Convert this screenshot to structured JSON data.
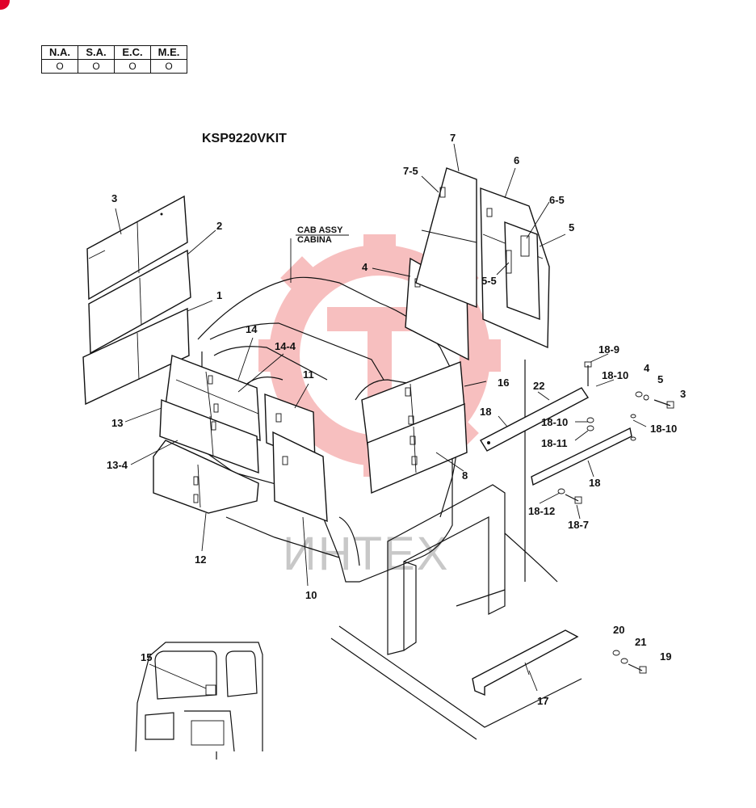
{
  "market_table": {
    "headers": [
      "N.A.",
      "S.A.",
      "E.C.",
      "M.E."
    ],
    "values": [
      "O",
      "O",
      "O",
      "O"
    ]
  },
  "diagram": {
    "kit_title": "KSP9220VKIT",
    "cab_label_line1": "CAB ASSY",
    "cab_label_line2": "CABINA",
    "watermark_text": "ИНТЕХ",
    "watermark_color": "#e83c3c",
    "callouts": {
      "c1": "1",
      "c2": "2",
      "c3": "3",
      "c4": "4",
      "c5": "5",
      "c5_5": "5-5",
      "c6": "6",
      "c6_5": "6-5",
      "c7": "7",
      "c7_5": "7-5",
      "c8": "8",
      "c10": "10",
      "c11": "11",
      "c12": "12",
      "c13": "13",
      "c13_4": "13-4",
      "c14": "14",
      "c14_4": "14-4",
      "c15": "15",
      "c16": "16",
      "c17": "17",
      "c18a": "18",
      "c18b": "18",
      "c18_7": "18-7",
      "c18_9": "18-9",
      "c18_10a": "18-10",
      "c18_10b": "18-10",
      "c18_10c": "18-10",
      "c18_11": "18-11",
      "c18_12": "18-12",
      "c19": "19",
      "c20": "20",
      "c21": "21",
      "c22": "22",
      "c4b": "4",
      "c5b": "5",
      "c3b": "3"
    }
  }
}
